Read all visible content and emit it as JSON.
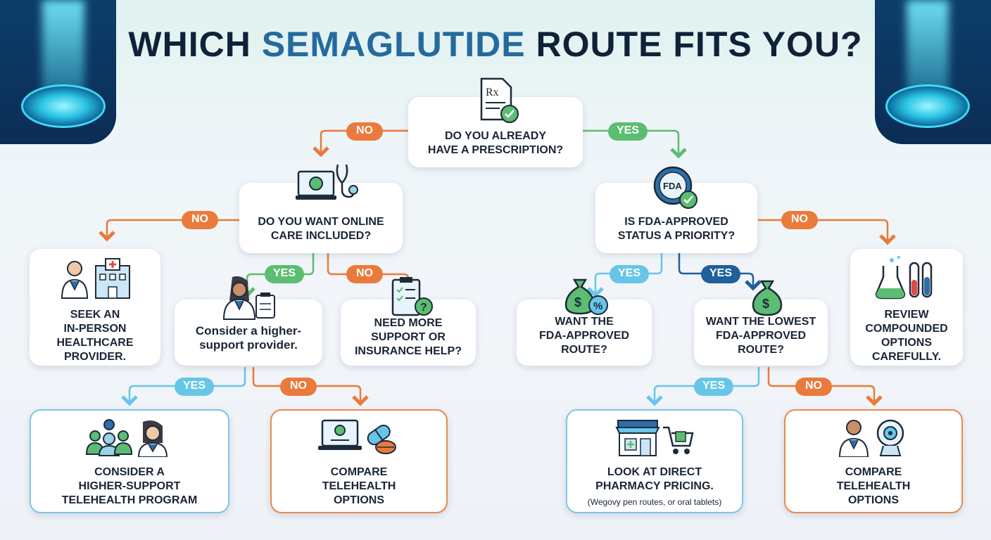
{
  "title": {
    "part1": "WHICH ",
    "highlight": "SEMAGLUTIDE",
    "part2": " ROUTE FITS YOU?"
  },
  "colors": {
    "navy": "#0f2238",
    "highlight": "#246a9e",
    "orange": "#ea7a3b",
    "green": "#5cbd72",
    "light_blue": "#67c6e8",
    "dark_blue": "#1f5f9c"
  },
  "nodes": {
    "q_prescription": {
      "text": "DO YOU ALREADY\nHAVE A PRESCRIPTION?",
      "icon": "prescription-icon"
    },
    "q_online": {
      "text": "DO YOU WANT ONLINE\nCARE INCLUDED?",
      "icon": "laptop-stethoscope-icon"
    },
    "q_fda": {
      "text": "IS FDA-APPROVED\nSTATUS A PRIORITY?",
      "icon": "fda-badge-icon"
    },
    "in_person": {
      "text": "SEEK AN\nIN-PERSON\nHEALTHCARE\nPROVIDER.",
      "icon": "doctor-hospital-icon"
    },
    "higher_support": {
      "text": "Consider a higher-\nsupport provider.",
      "icon": "doctor-clipboard-icon"
    },
    "need_support": {
      "text": "NEED MORE\nSUPPORT OR\nINSURANCE HELP?",
      "icon": "checklist-question-icon"
    },
    "want_fda": {
      "text": "WANT THE\nFDA-APPROVED\nROUTE?",
      "icon": "money-bag-percent-icon"
    },
    "want_lowest": {
      "text": "WANT THE LOWEST\nFDA-APPROVED\nROUTE?",
      "icon": "money-bag-icon"
    },
    "compounded": {
      "text": "REVIEW\nCOMPOUNDED\nOPTIONS\nCAREFULLY.",
      "icon": "lab-flasks-icon"
    },
    "telehealth_program": {
      "text": "CONSIDER A\nHIGHER-SUPPORT\nTELEHEALTH PROGRAM",
      "icon": "support-team-icon"
    },
    "compare_tele_left": {
      "text": "COMPARE\nTELEHEALTH\nOPTIONS",
      "icon": "laptop-pills-icon"
    },
    "direct_pharmacy": {
      "text": "LOOK AT DIRECT\nPHARMACY PRICING.",
      "sub": "(Wegovy pen routes, or oral tablets)",
      "icon": "pharmacy-cart-icon"
    },
    "compare_tele_right": {
      "text": "COMPARE\nTELEHEALTH\nOPTIONS",
      "icon": "doctor-webcam-icon"
    }
  },
  "labels": {
    "no": "NO",
    "yes": "YES"
  }
}
